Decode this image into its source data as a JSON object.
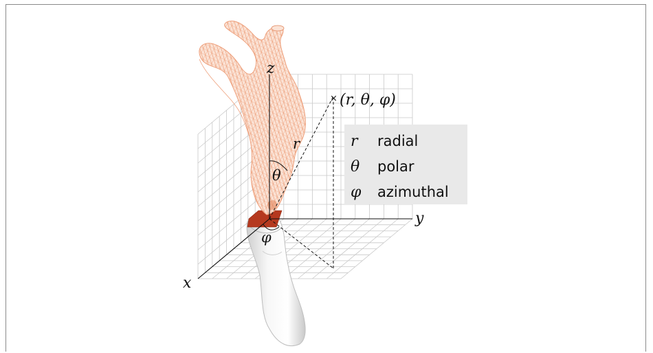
{
  "axes": {
    "x": "x",
    "y": "y",
    "z": "z"
  },
  "point_label": "(r, θ, φ)",
  "angle_labels": {
    "r": "r",
    "theta": "θ",
    "phi": "φ"
  },
  "legend": [
    {
      "symbol": "r",
      "name": "radial"
    },
    {
      "symbol": "θ",
      "name": "polar"
    },
    {
      "symbol": "φ",
      "name": "azimuthal"
    }
  ],
  "colors": {
    "mesh": "#f2b291",
    "mesh_dark": "#e2875e",
    "transducer_face": "#b5391f",
    "legend_bg": "#e9e9e9",
    "grid": "#c8c8c8"
  }
}
